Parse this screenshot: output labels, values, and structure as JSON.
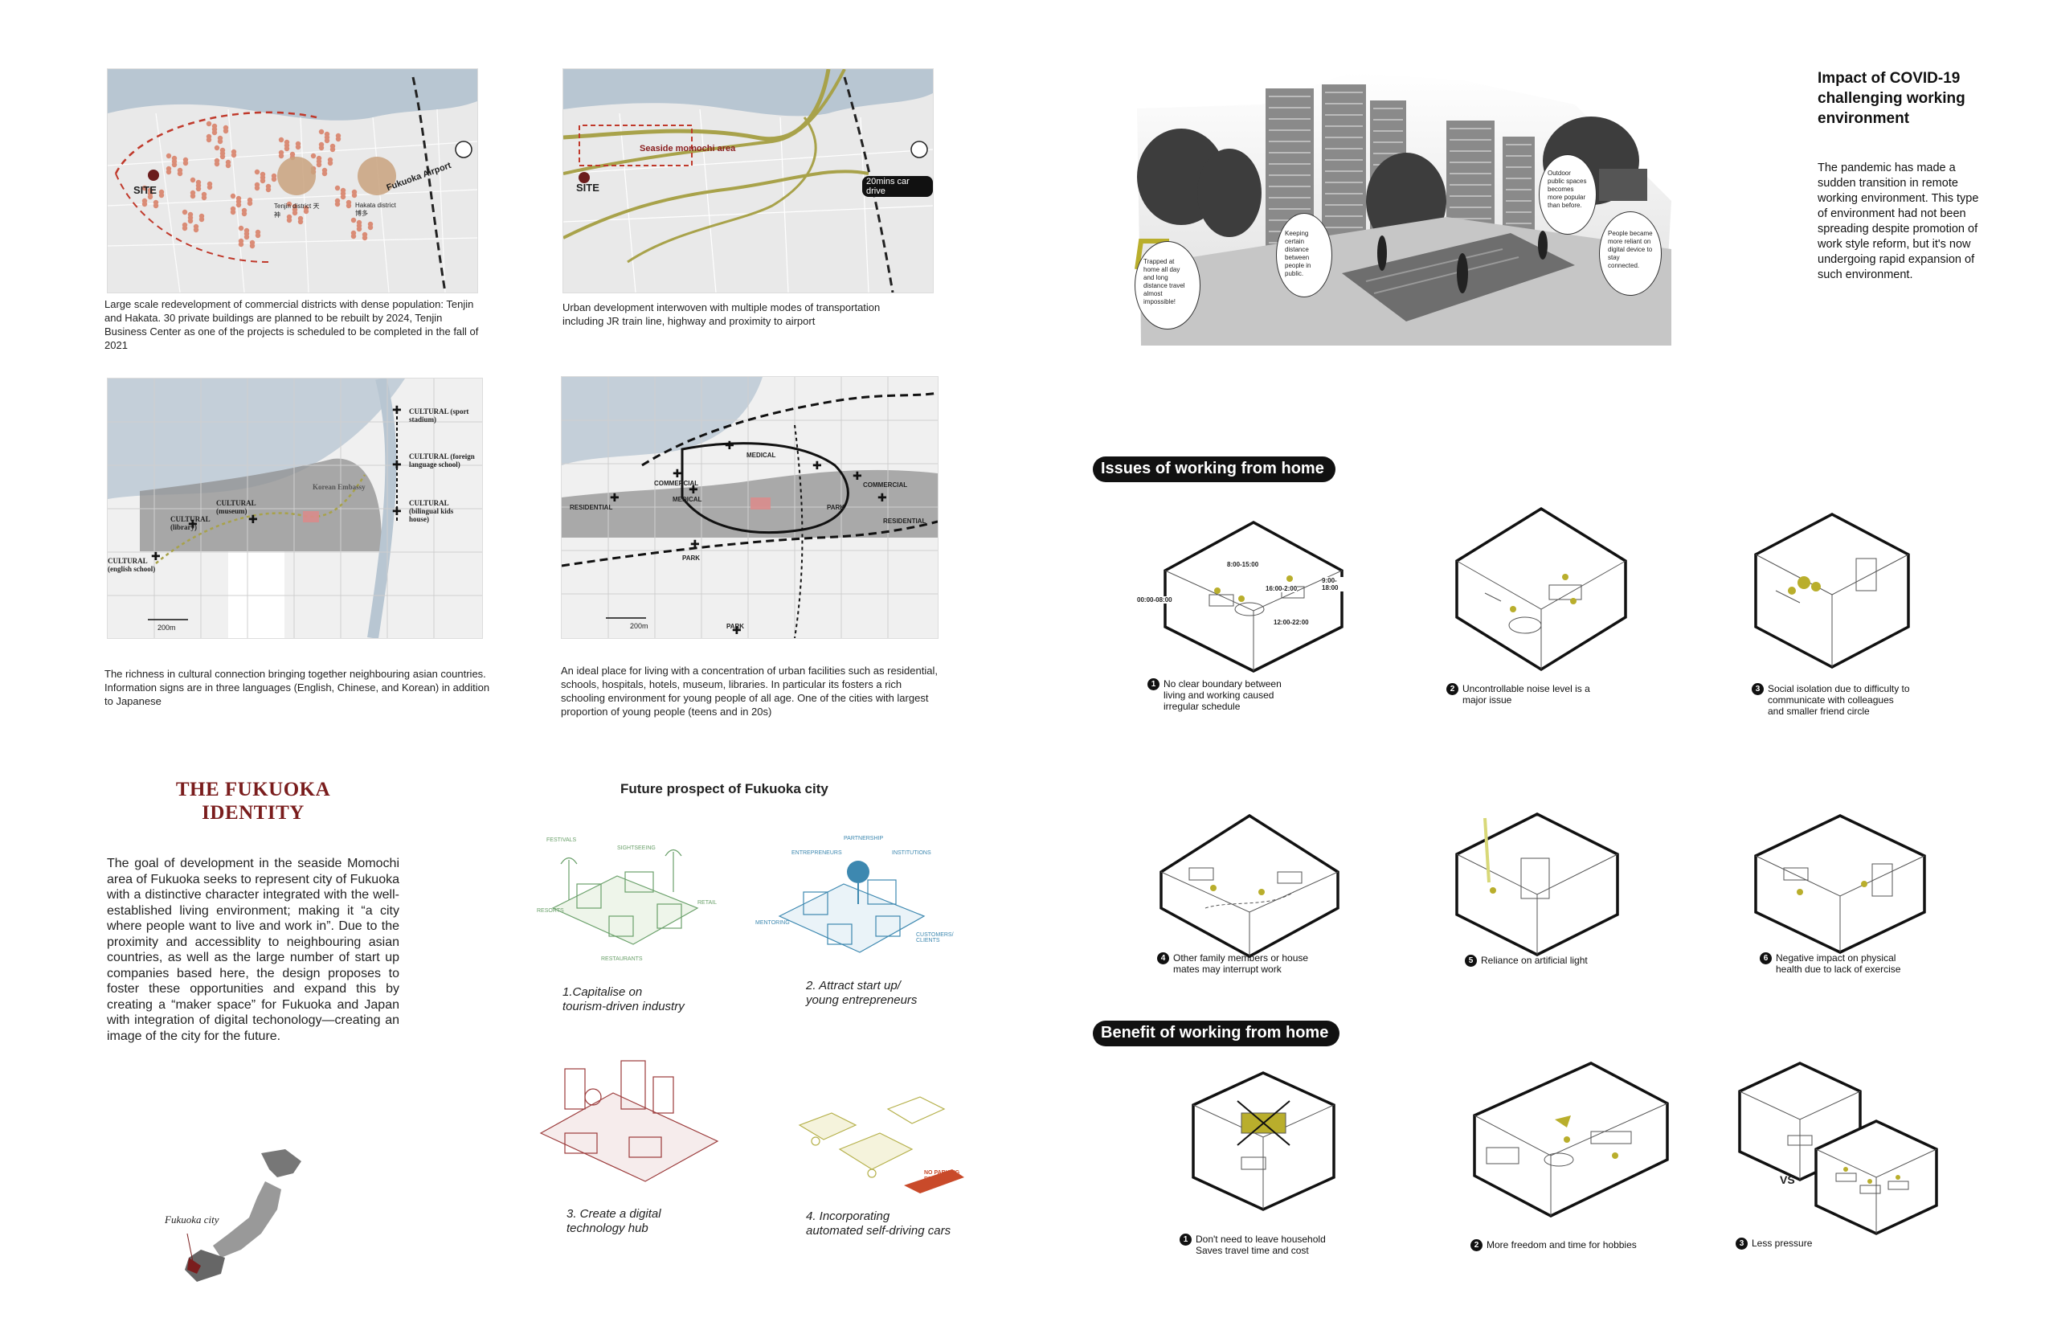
{
  "maps": {
    "m1": {
      "site": "SITE",
      "airport": "Fukuoka Airport",
      "tenjin": "Tenjin district 天神",
      "hakata": "Hakata district 博多",
      "caption": "Large scale redevelopment of commercial districts with dense population: Tenjin and Hakata. 30 private buildings are planned to be rebuilt by 2024, Tenjin Business Center as one of the projects is scheduled to be completed in the fall of 2021"
    },
    "m2": {
      "site": "SITE",
      "seaside": "Seaside momochi area",
      "drive": "20mins car drive",
      "caption": "Urban development interwoven with multiple modes of transportation including JR train line, highway and proximity to airport"
    },
    "m3": {
      "scale": "200m",
      "sport": "CULTURAL (sport stadium)",
      "museum": "CULTURAL (museum)",
      "library": "CULTURAL (library)",
      "english": "CULTURAL (english school)",
      "foreign": "CULTURAL (foreign language school)",
      "bilingual": "CULTURAL (bilingual kids house)",
      "korean": "Korean Embassy",
      "caption": "The richness in cultural connection bringing together neighbouring asian countries. Information signs are in three languages (English, Chinese, and Korean) in addition to Japanese"
    },
    "m4": {
      "scale": "200m",
      "residential": "RESIDENTIAL",
      "residential2": "RESIDENTIAL",
      "commercial": "COMMERCIAL",
      "commercial2": "COMMERCIAL",
      "medical": "MEDICAL",
      "medical2": "MEDICAL",
      "park": "PARK",
      "park2": "PARK",
      "park3": "PARK",
      "caption": "An ideal place for living with a concentration of urban facilities such as residential, schools, hospitals, hotels, museum, libraries. In particular its fosters a rich schooling environment for young people of all age. One of the cities with largest proportion of young people (teens and in 20s)"
    }
  },
  "identity": {
    "title_line1": "THE FUKUOKA",
    "title_line2": "IDENTITY",
    "body": "The goal of development in the seaside Momochi area of Fukuoka seeks to represent city of Fukuoka with a distinctive character integrated with the well-established living environment; making it “a city where people want to live and work in”. Due to the proximity and accessiblity to neighbouring asian countries, as well as the large number of start up companies based here, the design proposes to foster these opportunities and expand this by creating a “maker space” for Fukuoka and Japan with integration of digital techonology—creating an image of the city for the future.",
    "map_label": "Fukuoka city"
  },
  "prospect": {
    "title": "Future prospect of Fukuoka city",
    "items": [
      {
        "line1": "1.Capitalise on",
        "line2": "tourism-driven industry",
        "tags": [
          "FESTIVALS",
          "SIGHTSEEING",
          "RESORTS",
          "RETAIL",
          "RESTAURANTS"
        ],
        "color": "#6aa06a"
      },
      {
        "line1": "2. Attract start up/",
        "line2": "young entrepreneurs",
        "tags": [
          "PARTNERSHIP",
          "ENTREPRENEURS",
          "INSTITUTIONS",
          "MENTORING",
          "CUSTOMERS/ CLIENTS"
        ],
        "color": "#3d88b0"
      },
      {
        "line1": "3. Create a digital",
        "line2": "technology hub",
        "tags": [],
        "color": "#9b3a3a"
      },
      {
        "line1": "4. Incorporating",
        "line2": "automated self-driving cars",
        "tags": [
          "NO PARKING REQUIRED"
        ],
        "color": "#b5b04a"
      }
    ]
  },
  "covid": {
    "title": "Impact of COVID-19 challenging working environment",
    "body": "The pandemic has made a sudden transition in remote working environment. This type of environment had not been spreading despite promotion of work style reform, but it's now undergoing rapid expansion of such environment.",
    "bubbles": [
      "Trapped at home all day and long distance travel almost impossible!",
      "Keeping certain distance between people in public.",
      "Outdoor public spaces becomes more popular than before.",
      "People became more reliant on digital device to stay connected."
    ]
  },
  "issues": {
    "title": "Issues of working from home",
    "times": [
      "8:00-15:00",
      "16:00-2:00",
      "9:00-18:00",
      "00:00-08:00",
      "12:00-22:00"
    ],
    "items": [
      {
        "n": "1",
        "text": "No clear boundary between living and working caused irregular schedule"
      },
      {
        "n": "2",
        "text": "Uncontrollable noise level is a major issue"
      },
      {
        "n": "3",
        "text": "Social isolation due to difficulty to communicate with colleagues and smaller friend circle"
      },
      {
        "n": "4",
        "text": "Other family members or house mates may interrupt work"
      },
      {
        "n": "5",
        "text": "Reliance on artificial light"
      },
      {
        "n": "6",
        "text": "Negative impact on physical health due to lack of exercise"
      }
    ]
  },
  "benefits": {
    "title": "Benefit of working from home",
    "vs": "VS",
    "items": [
      {
        "n": "1",
        "line1": "Don't need to leave household",
        "line2": "Saves travel time and cost"
      },
      {
        "n": "2",
        "line1": "More freedom and time for hobbies",
        "line2": ""
      },
      {
        "n": "3",
        "line1": "Less pressure",
        "line2": ""
      }
    ]
  },
  "colors": {
    "maroon": "#7a1d1d",
    "olive": "#b9ae2c",
    "map_dot": "#d9826a",
    "water": "#b8c6d2"
  }
}
